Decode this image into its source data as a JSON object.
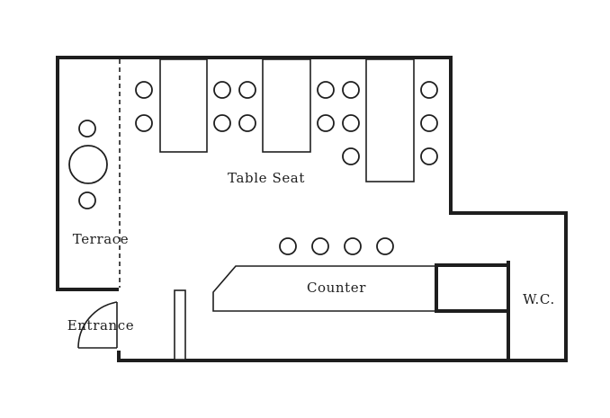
{
  "labels": {
    "table_seat": "Table Seat",
    "terrace": "Terrace",
    "counter": "Counter",
    "wc": "W.C.",
    "entrance": "Entrance"
  }
}
